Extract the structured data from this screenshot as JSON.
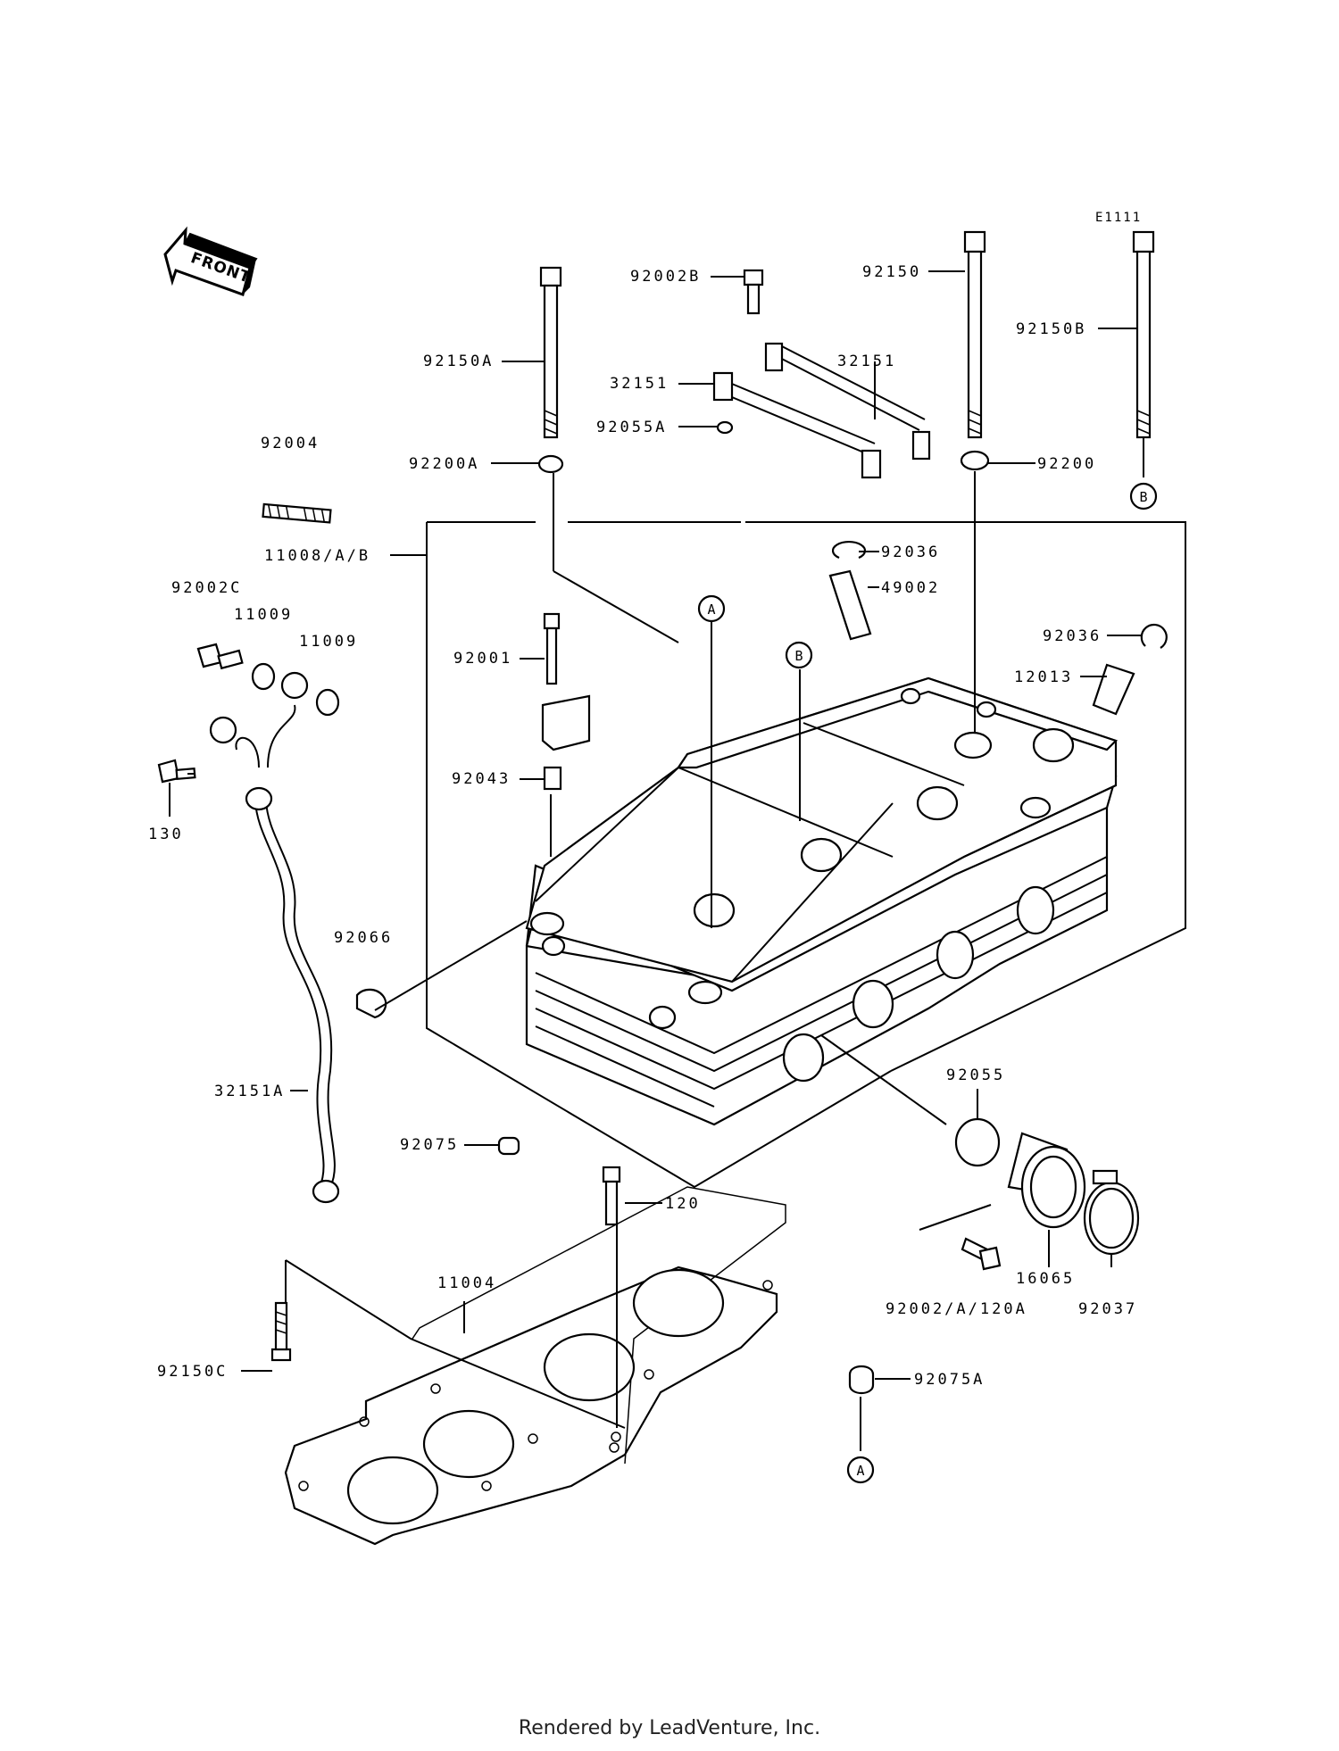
{
  "diagram": {
    "code": "E1111",
    "front_label": "FRONT",
    "callout_A": "A",
    "callout_B": "B",
    "labels": {
      "p92150A": "92150A",
      "p92002B": "92002B",
      "p32151_left": "32151",
      "p32151_right": "32151",
      "p92055A": "92055A",
      "p92200A": "92200A",
      "p92150": "92150",
      "p92150B": "92150B",
      "p92200": "92200",
      "p92004": "92004",
      "p11008AB": "11008/A/B",
      "p92036_top": "92036",
      "p49002": "49002",
      "p92002C": "92002C",
      "p11009_a": "11009",
      "p11009_b": "11009",
      "p92001": "92001",
      "p92036_right": "92036",
      "p12013": "12013",
      "p92043": "92043",
      "p130": "130",
      "p92066": "92066",
      "p32151A": "32151A",
      "p92055": "92055",
      "p92075": "92075",
      "p120": "120",
      "p11004": "11004",
      "p16065": "16065",
      "p92002A120A": "92002/A/120A",
      "p92037": "92037",
      "p92150C": "92150C",
      "p92075A": "92075A"
    }
  },
  "footer": {
    "text": "Rendered by LeadVenture, Inc."
  }
}
